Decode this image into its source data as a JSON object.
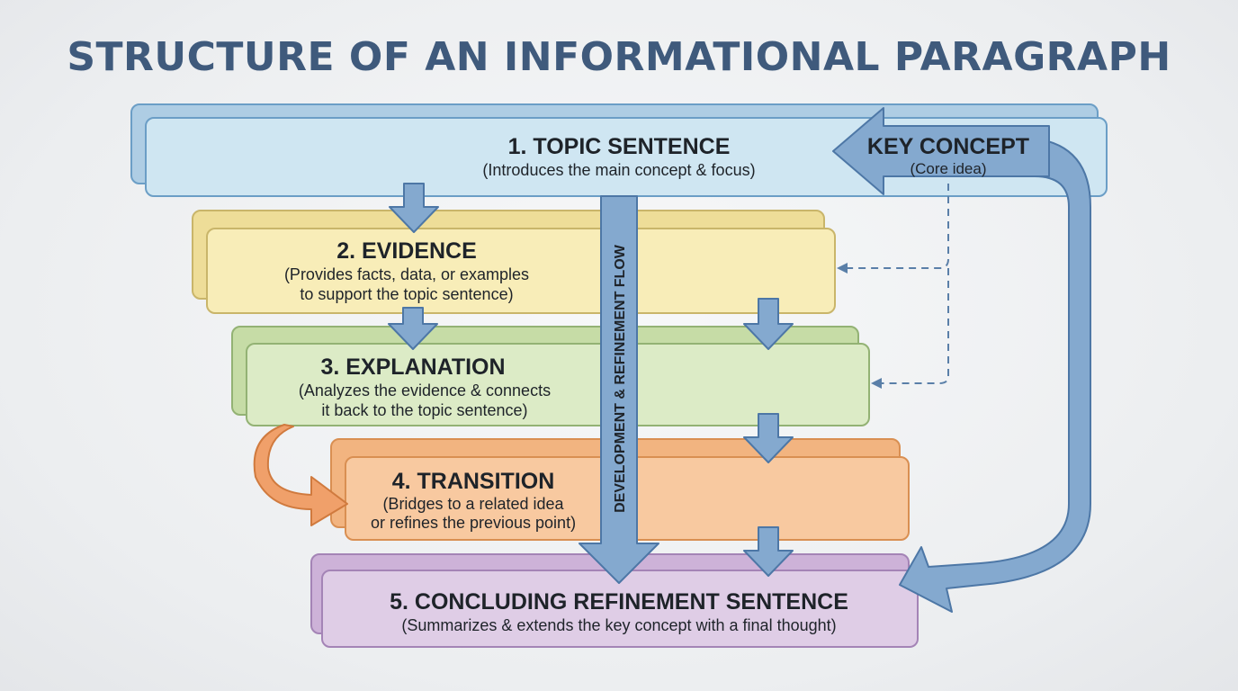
{
  "title": "STRUCTURE OF AN INFORMATIONAL PARAGRAPH",
  "colors": {
    "title": "#3f5a7c",
    "text": "#1e2329",
    "arrow_fill": "#84a9cf",
    "arrow_stroke": "#4d77a6",
    "dashed": "#5a7fa8"
  },
  "steps": [
    {
      "id": "topic",
      "heading": "1. TOPIC SENTENCE",
      "lines": [
        "(Introduces the main concept & focus)"
      ],
      "fill": "#cfe6f2",
      "back_fill": "#aecde4",
      "stroke": "#6b9ec6"
    },
    {
      "id": "evidence",
      "heading": "2. EVIDENCE",
      "lines": [
        "(Provides facts, data, or examples",
        "to support the topic sentence)"
      ],
      "fill": "#f8edb8",
      "back_fill": "#eedd98",
      "stroke": "#c9b56a"
    },
    {
      "id": "explanation",
      "heading": "3. EXPLANATION",
      "lines": [
        "(Analyzes the evidence & connects",
        "it back to the topic sentence)"
      ],
      "fill": "#dcebc6",
      "back_fill": "#c6dca6",
      "stroke": "#93b274"
    },
    {
      "id": "transition",
      "heading": "4. TRANSITION",
      "lines": [
        "(Bridges to a related idea",
        "or refines the previous point)"
      ],
      "fill": "#f8c9a0",
      "back_fill": "#f2b480",
      "stroke": "#d98f52"
    },
    {
      "id": "conclusion",
      "heading": "5. CONCLUDING REFINEMENT SENTENCE",
      "lines": [
        "(Summarizes & extends the key concept with a final thought)"
      ],
      "fill": "#dfcde6",
      "back_fill": "#cdb2d8",
      "stroke": "#a484b6"
    }
  ],
  "key_concept": {
    "heading": "KEY CONCEPT",
    "sub": "(Core idea)"
  },
  "flow_label": "DEVELOPMENT & REFINEMENT FLOW"
}
